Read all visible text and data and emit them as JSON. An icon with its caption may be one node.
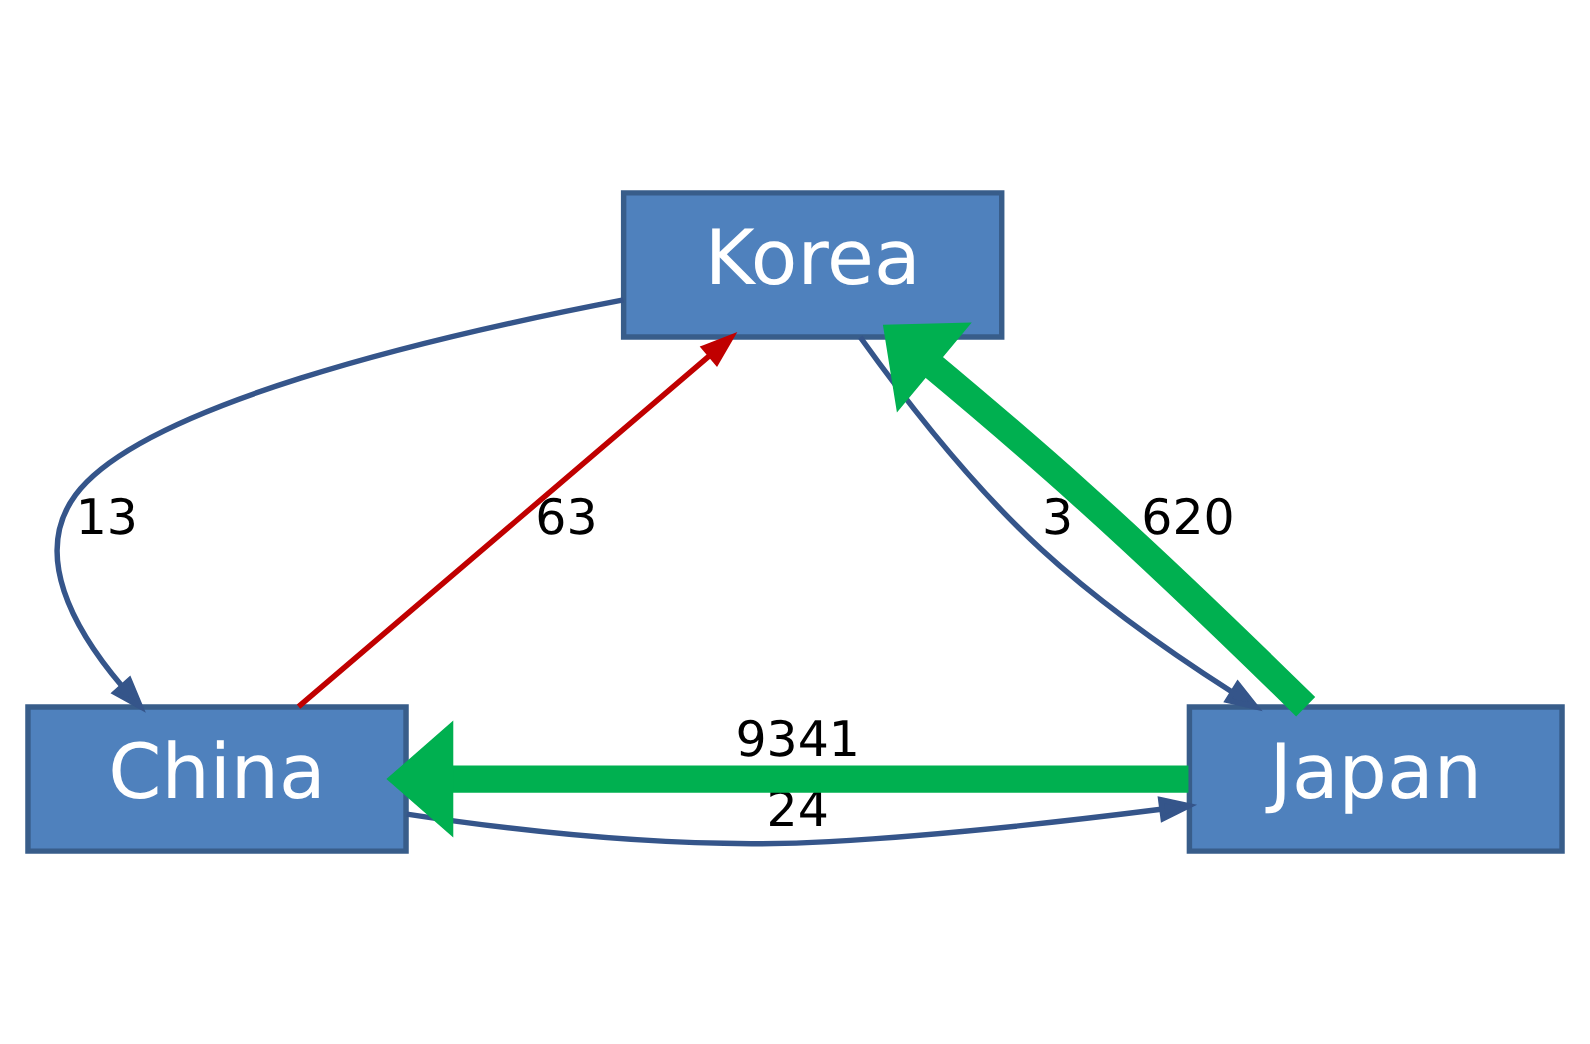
{
  "diagram": {
    "nodes": [
      {
        "text": [
          "Korea"
        ]
      },
      {
        "text": [
          "China"
        ]
      },
      {
        "text": [
          "Japan"
        ]
      }
    ],
    "edges": [
      {
        "from": 0,
        "to": 1,
        "arrow": "to",
        "label": "13"
      },
      {
        "from": 1,
        "to": 0,
        "arrow": "to",
        "label": "63",
        "color": "#c00000"
      },
      {
        "from": 2,
        "to": 0,
        "arrow": "to",
        "label": "620",
        "style": "thick",
        "color": "#00b050"
      },
      {
        "from": 0,
        "to": 2,
        "arrow": "to",
        "label": "3"
      },
      {
        "from": 2,
        "to": 1,
        "arrow": "to",
        "label": "9341",
        "style": "thick",
        "color": "#00b050"
      },
      {
        "from": 1,
        "to": 2,
        "arrow": "to",
        "label": "24"
      }
    ]
  }
}
